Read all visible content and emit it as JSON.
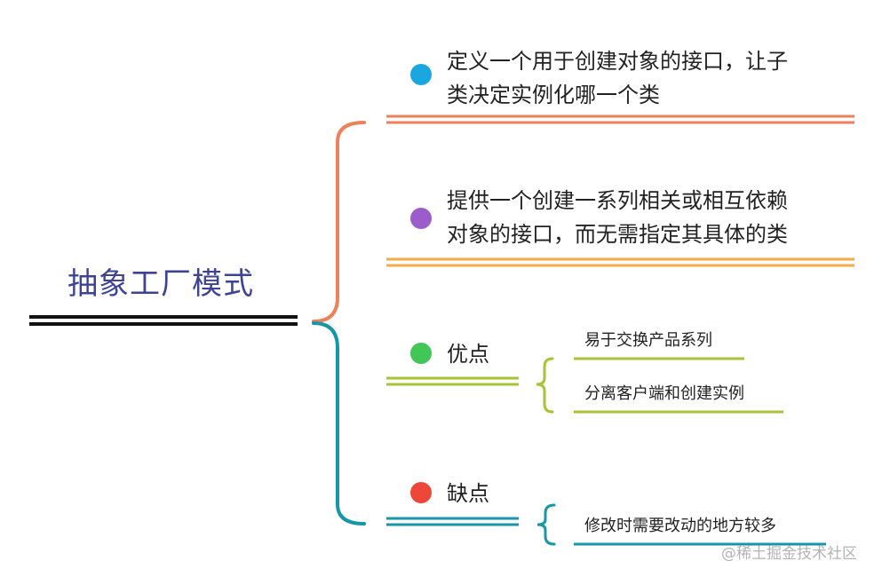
{
  "root": {
    "label": "抽象工厂模式"
  },
  "branches": [
    {
      "lines": [
        "定义一个用于创建对象的接口，让子",
        "类决定实例化哪一个类"
      ],
      "color": "#ee8159",
      "dot_color": "#1aa7e0"
    },
    {
      "lines": [
        "提供一个创建一系列相关或相互依赖",
        "对象的接口，而无需指定其具体的类"
      ],
      "color": "#f0ad48",
      "dot_color": "#9c5ccc"
    },
    {
      "lines": [
        "优点"
      ],
      "color": "#a7c437",
      "dot_color": "#41c657",
      "children": [
        "易于交换产品系列",
        "分离客户端和创建实例"
      ]
    },
    {
      "lines": [
        "缺点"
      ],
      "color": "#1597a8",
      "dot_color": "#ee4638",
      "children": [
        "修改时需要改动的地方较多"
      ]
    }
  ],
  "watermark": "@稀土掘金技术社区"
}
